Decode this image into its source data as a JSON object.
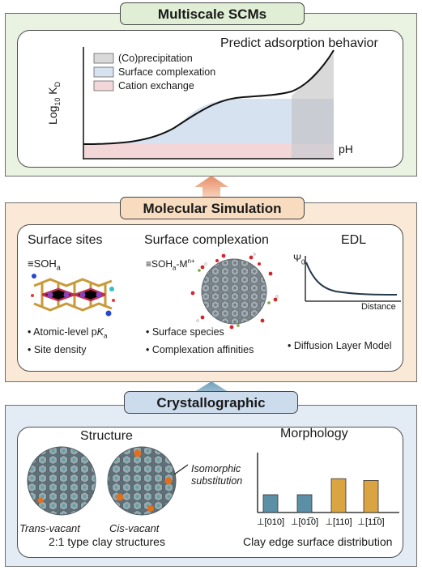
{
  "top": {
    "title": "Multiscale SCMs",
    "heading": "Predict adsorption behavior",
    "legend": [
      "(Co)precipitation",
      "Surface complexation",
      "Cation exchange"
    ],
    "ylabel_main": "Log",
    "ylabel_sub": "10",
    "ylabel_tail": " K",
    "ylabel_sub2": "D",
    "xlabel": "pH",
    "colors": {
      "precip": "#d9d9d9",
      "complex": "#d6e2f0",
      "cation": "#f3d6d8"
    }
  },
  "middle": {
    "title": "Molecular Simulation",
    "col1": {
      "heading": "Surface sites",
      "formula": "≡SOH",
      "formula_sub": "a",
      "bullet1_pre": "• Atomic-level p",
      "bullet1_k": "K",
      "bullet1_sub": "a",
      "bullet2": "• Site density"
    },
    "col2": {
      "heading": "Surface complexation",
      "formula": "≡SOH",
      "formula_sub": "a",
      "formula_tail": "-M",
      "formula_sup": "n+",
      "bullet1": "• Surface species",
      "bullet2": "• Complexation affinities"
    },
    "col3": {
      "heading": "EDL",
      "psi": "Ψ",
      "psi_sub": "0",
      "xlabel": "Distance",
      "bullet1": "• Diffusion Layer Model"
    }
  },
  "bottom": {
    "title": "Crystallographic",
    "structure_heading": "Structure",
    "morphology_heading": "Morphology",
    "trans": "Trans-vacant",
    "cis": "Cis-vacant",
    "annotation_line1": "Isomorphic",
    "annotation_line2": "substitution",
    "caption_left": "2:1 type clay structures",
    "caption_right": "Clay edge surface distribution",
    "bar_labels": [
      "⊥[010]",
      "⊥[01̅0]",
      "⊥[110]",
      "⊥[11̅0]"
    ],
    "bar_values": [
      1.0,
      1.0,
      1.9,
      1.8
    ],
    "bar_colors": [
      "#5b8fa6",
      "#5b8fa6",
      "#d9a441",
      "#d9a441"
    ]
  }
}
